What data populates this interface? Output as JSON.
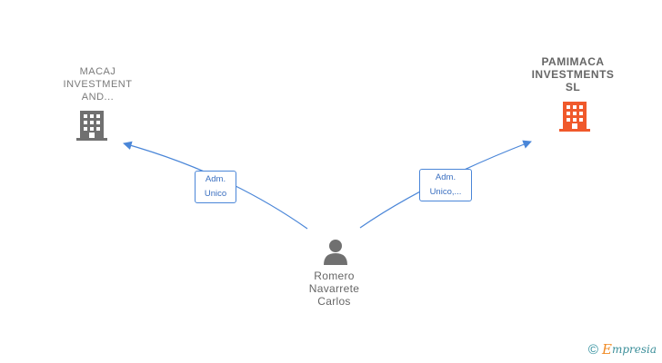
{
  "nodes": {
    "macaj": {
      "lines": [
        "MACAJ",
        "INVESTMENT",
        "AND..."
      ],
      "color": "#707070"
    },
    "pamimaca": {
      "lines": [
        "PAMIMACA",
        "INVESTMENTS",
        "SL"
      ],
      "color": "#f0592b"
    },
    "person": {
      "lines": [
        "Romero",
        "Navarrete",
        "Carlos"
      ],
      "color": "#707070"
    }
  },
  "edges": {
    "left_role": [
      "Adm.",
      "Unico"
    ],
    "right_role": [
      "Adm.",
      "Unico,..."
    ],
    "line_color": "#4a86d8"
  },
  "footer": {
    "symbol": "©",
    "brand_initial": "E",
    "brand_rest": "mpresia"
  }
}
